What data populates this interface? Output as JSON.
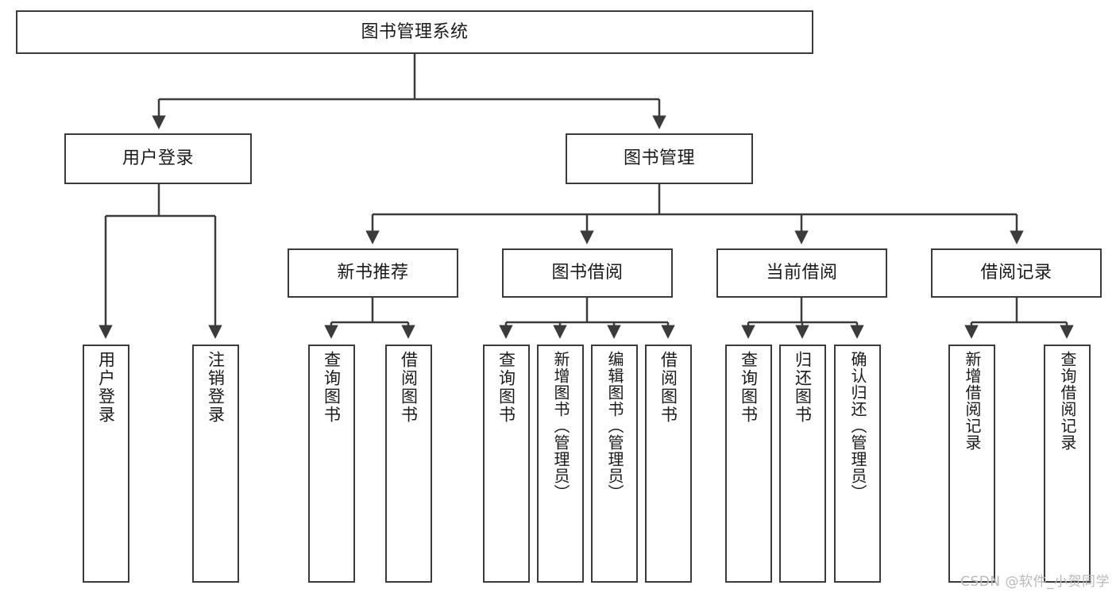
{
  "diagram": {
    "type": "tree-hierarchy",
    "title": "图书管理系统",
    "watermark": "CSDN @软件_小贺同学",
    "colors": {
      "stroke": "#3b3b3b",
      "fill": "#ffffff",
      "text": "#1a1a1a",
      "watermark": "#b9b9b9"
    },
    "nodes": {
      "root": {
        "label": "图书管理系统"
      },
      "level2": [
        {
          "id": "user-login",
          "label": "用户登录"
        },
        {
          "id": "book-management",
          "label": "图书管理"
        }
      ],
      "level3": [
        {
          "id": "new-book-recommend",
          "label": "新书推荐"
        },
        {
          "id": "book-borrow",
          "label": "图书借阅"
        },
        {
          "id": "current-borrow",
          "label": "当前借阅"
        },
        {
          "id": "borrow-record",
          "label": "借阅记录"
        }
      ],
      "leaves": {
        "user-login": [
          {
            "id": "leaf-user-login",
            "label": "用户登录"
          },
          {
            "id": "leaf-logout",
            "label": "注销登录"
          }
        ],
        "new-book-recommend": [
          {
            "id": "leaf-query-book-1",
            "label": "查询图书"
          },
          {
            "id": "leaf-borrow-book-1",
            "label": "借阅图书"
          }
        ],
        "book-borrow": [
          {
            "id": "leaf-query-book-2",
            "label": "查询图书"
          },
          {
            "id": "leaf-add-book",
            "label": "新增图书（管理员）"
          },
          {
            "id": "leaf-edit-book",
            "label": "编辑图书（管理员）"
          },
          {
            "id": "leaf-borrow-book-2",
            "label": "借阅图书"
          }
        ],
        "current-borrow": [
          {
            "id": "leaf-query-book-3",
            "label": "查询图书"
          },
          {
            "id": "leaf-return-book",
            "label": "归还图书"
          },
          {
            "id": "leaf-confirm-return",
            "label": "确认归还（管理员）"
          }
        ],
        "borrow-record": [
          {
            "id": "leaf-add-record",
            "label": "新增借阅记录"
          },
          {
            "id": "leaf-query-record",
            "label": "查询借阅记录"
          }
        ]
      }
    }
  }
}
